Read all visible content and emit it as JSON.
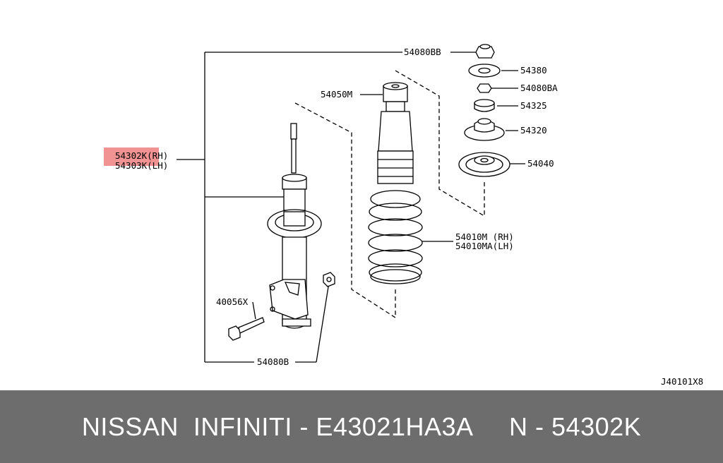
{
  "diagram": {
    "labels": {
      "part_54302k": "54302K(RH)",
      "part_54303k": "54303K(LH)",
      "part_54080bb": "54080BB",
      "part_54380": "54380",
      "part_54080ba": "54080BA",
      "part_54325": "54325",
      "part_54320": "54320",
      "part_54040": "54040",
      "part_54050m": "54050M",
      "part_54010m": "54010M (RH)",
      "part_54010ma": "54010MA(LH)",
      "part_40056x": "40056X",
      "part_54080b": "54080B",
      "drawing_code": "J40101X8"
    },
    "highlight_color": "#f08080"
  },
  "footer": {
    "text": "NISSAN  INFINITI - E43021HA3A     N - 54302K",
    "background": "#6d6d6d"
  }
}
